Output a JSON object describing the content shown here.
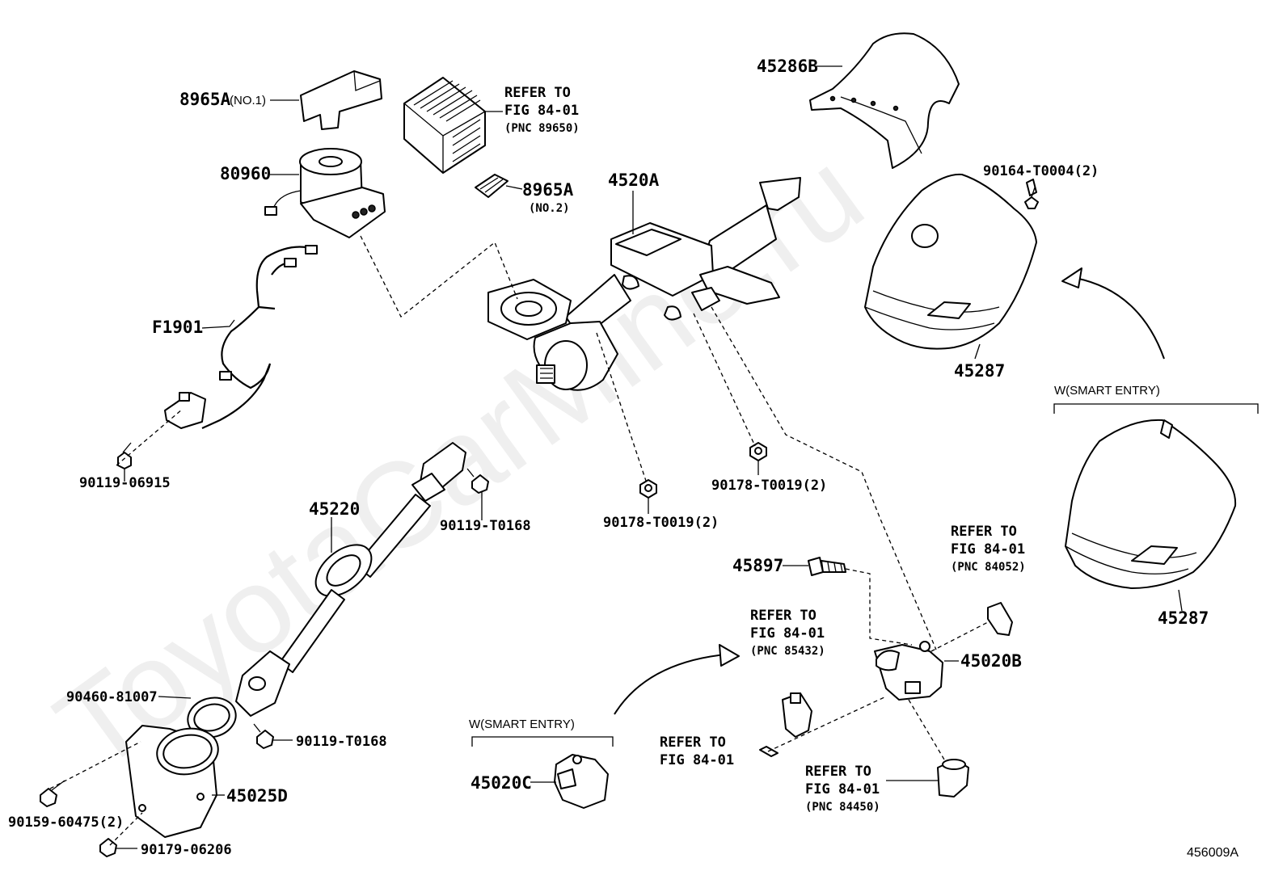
{
  "diagram": {
    "watermark": "ToyotaCarMine.ru",
    "figure_id": "456009A",
    "parts": {
      "p8965a_no1": "8965A",
      "p8965a_no1_note": "(NO.1)",
      "p80960": "80960",
      "f1901": "F1901",
      "p90119_06915": "90119-06915",
      "p45220": "45220",
      "p90119_t0168_a": "90119-T0168",
      "p90119_t0168_b": "90119-T0168",
      "p90460_81007": "90460-81007",
      "p45025d": "45025D",
      "p90159_60475": "90159-60475(2)",
      "p90179_06206": "90179-06206",
      "p8965a_no2": "8965A",
      "p8965a_no2_note": "(NO.2)",
      "p4520a": "4520A",
      "p90178_t0019_a": "90178-T0019(2)",
      "p90178_t0019_b": "90178-T0019(2)",
      "p45286b": "45286B",
      "p90164_t0004": "90164-T0004(2)",
      "p45287_a": "45287",
      "p45287_b": "45287",
      "p45897": "45897",
      "p45020b": "45020B",
      "p45020c": "45020C"
    },
    "refers": {
      "r89650": [
        "REFER TO",
        "FIG 84-01",
        "(PNC 89650)"
      ],
      "r84052": [
        "REFER TO",
        "FIG 84-01",
        "(PNC 84052)"
      ],
      "r85432": [
        "REFER TO",
        "FIG 84-01",
        "(PNC 85432)"
      ],
      "r_plain": [
        "REFER TO",
        "FIG 84-01"
      ],
      "r84450": [
        "REFER TO",
        "FIG 84-01",
        "(PNC 84450)"
      ]
    },
    "notes": {
      "smart_entry_right": "W(SMART ENTRY)",
      "smart_entry_bottom": "W(SMART ENTRY)"
    }
  }
}
